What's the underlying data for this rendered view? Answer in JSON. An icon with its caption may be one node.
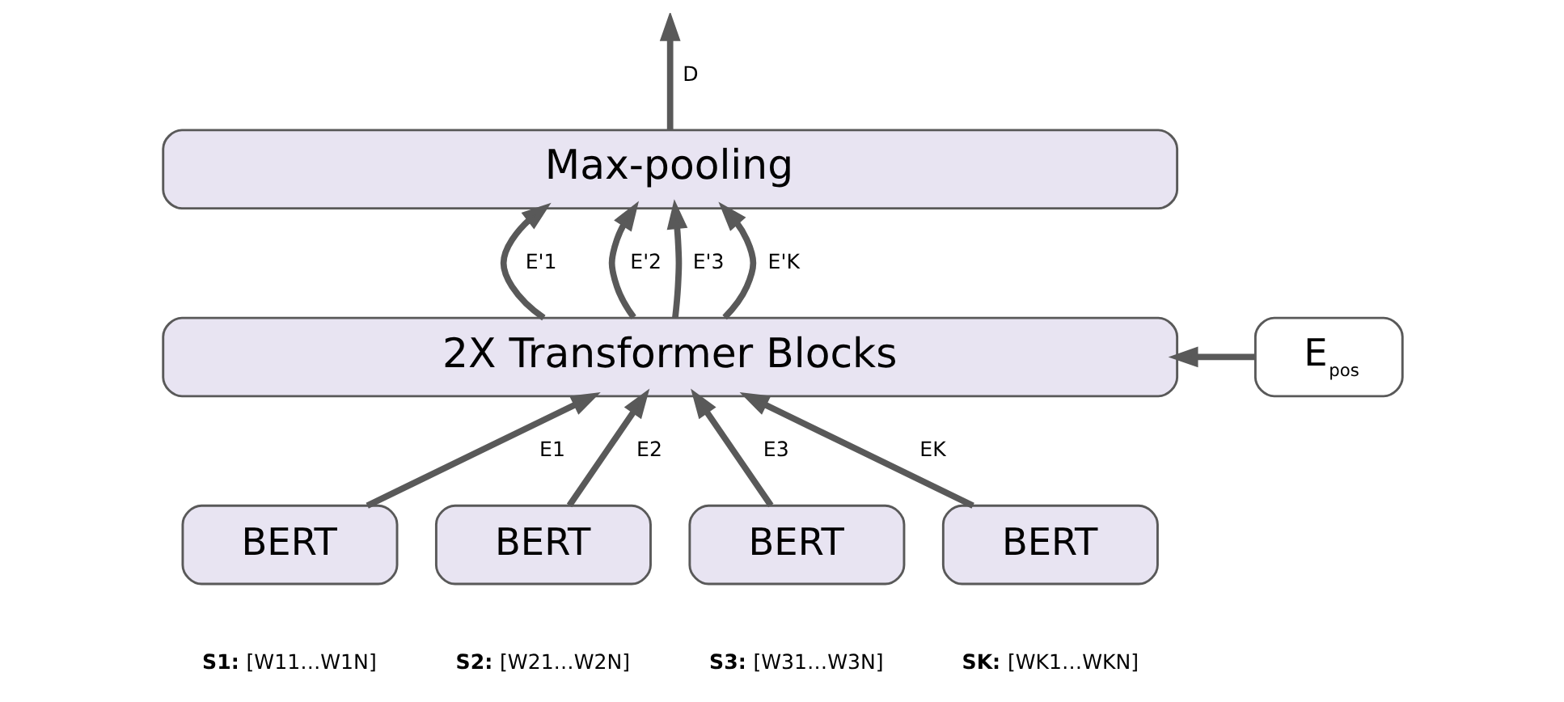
{
  "diagram": {
    "nodes": [
      {
        "text": [
          "Max-pooling"
        ]
      },
      {
        "text": [
          "E$_{pos}$"
        ]
      },
      {
        "text": [
          "2X Transformer Blocks"
        ]
      },
      {
        "text": [
          "BERT"
        ],
        "beside": [
          "**S1:** [W11…W1N]"
        ]
      },
      {
        "text": [
          "BERT"
        ],
        "beside": [
          "**S2:** [W21…W2N]"
        ]
      },
      {
        "text": [
          "BERT"
        ],
        "beside": [
          "**S3:** [W31…W3N]"
        ]
      },
      {
        "text": [
          "BERT"
        ],
        "beside": [
          "**SK:** [WK1…WKN]"
        ]
      }
    ],
    "edges": [
      {
        "from": 0,
        "to": null,
        "arrow": "to",
        "label": "D"
      },
      {
        "from": 2,
        "to": 0,
        "arrow": "to",
        "label": "E'1"
      },
      {
        "from": 2,
        "to": 0,
        "arrow": "to",
        "label": "E'2"
      },
      {
        "from": 2,
        "to": 0,
        "arrow": "to",
        "label": "E'3"
      },
      {
        "from": 2,
        "to": 0,
        "arrow": "to",
        "label": "E'K"
      },
      {
        "from": 1,
        "to": 2,
        "arrow": "to"
      },
      {
        "from": 3,
        "to": 2,
        "arrow": "to",
        "label": "E1"
      },
      {
        "from": 4,
        "to": 2,
        "arrow": "to",
        "label": "E2"
      },
      {
        "from": 5,
        "to": 2,
        "arrow": "to",
        "label": "E3"
      },
      {
        "from": 6,
        "to": 2,
        "arrow": "to",
        "label": "EK"
      }
    ]
  }
}
